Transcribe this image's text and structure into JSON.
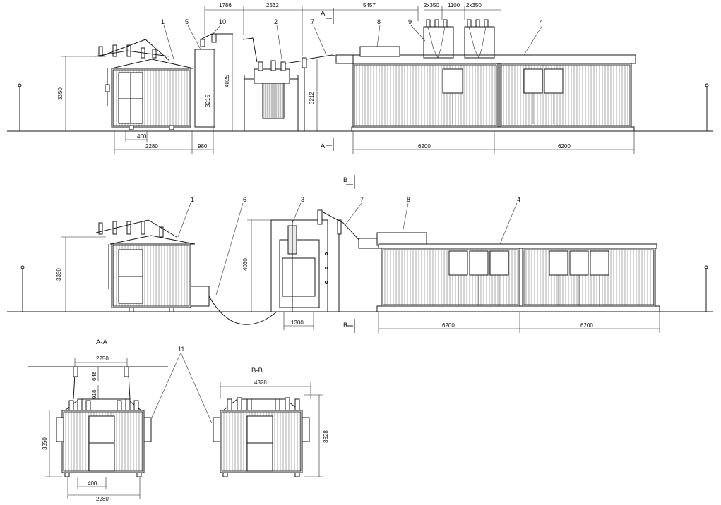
{
  "callouts": {
    "c1": "1",
    "c2": "2",
    "c3": "3",
    "c4": "4",
    "c5": "5",
    "c6": "6",
    "c7": "7",
    "c8": "8",
    "c9": "9",
    "c10": "10",
    "c11": "11"
  },
  "sections": {
    "cut_a": "A",
    "cut_b": "B",
    "view_aa": "A-A",
    "view_bb": "B-B"
  },
  "dimensions": {
    "top": {
      "h_1786": "1786",
      "h_2532": "2532",
      "h_5457": "5457",
      "h_2x350_a": "2x350",
      "h_1100": "1100",
      "h_2x350_b": "2x350",
      "v_3350": "3350",
      "v_3215": "3215",
      "v_4025": "4025",
      "v_3212": "3212",
      "h_400": "400",
      "h_2280": "2280",
      "h_980": "980",
      "h_6200_a": "6200",
      "h_6200_b": "6200"
    },
    "middle": {
      "v_3350": "3350",
      "v_4030": "4030",
      "h_1300": "1300",
      "h_6200_a": "6200",
      "h_6200_b": "6200"
    },
    "aa": {
      "h_2250": "2250",
      "v_648": "648",
      "v_918": "918",
      "v_3350": "3350",
      "h_400": "400",
      "h_2280": "2280"
    },
    "bb": {
      "h_4328": "4328",
      "v_3628": "3628"
    }
  }
}
